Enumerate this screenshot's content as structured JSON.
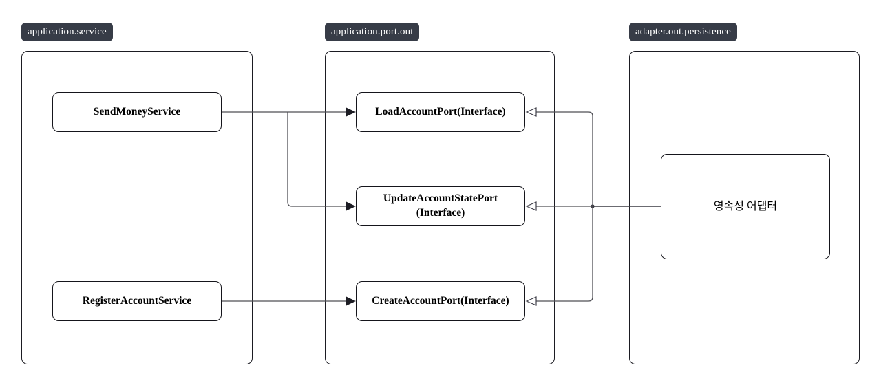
{
  "diagram": {
    "type": "hexagonal-architecture-package-diagram",
    "background": "#ffffff",
    "accent_badge_color": "#373c47",
    "border_color": "#15151b",
    "wire_color": "#4f4f55"
  },
  "packages": [
    {
      "id": "application-service",
      "tag": "application.service",
      "nodes": [
        {
          "id": "send-money-service",
          "label": "SendMoneyService",
          "lines": [
            "SendMoneyService"
          ],
          "bold": true
        },
        {
          "id": "register-account-service",
          "label": "RegisterAccountService",
          "lines": [
            "RegisterAccountService"
          ],
          "bold": true
        }
      ]
    },
    {
      "id": "application-port-out",
      "tag": "application.port.out",
      "nodes": [
        {
          "id": "load-account-port",
          "label": "LoadAccountPort(Interface)",
          "lines": [
            "LoadAccountPort(Interface)"
          ],
          "bold": true
        },
        {
          "id": "update-account-state-port",
          "label": "UpdateAccountStatePort(Interface)",
          "lines": [
            "UpdateAccountStatePort",
            "(Interface)"
          ],
          "bold": true
        },
        {
          "id": "create-account-port",
          "label": "CreateAccountPort(Interface)",
          "lines": [
            "CreateAccountPort(Interface)"
          ],
          "bold": true
        }
      ]
    },
    {
      "id": "adapter-out-persistence",
      "tag": "adapter.out.persistence",
      "nodes": [
        {
          "id": "persistence-adapter",
          "label": "영속성 어댑터",
          "lines": [
            "영속성 어댑터"
          ],
          "bold": false
        }
      ]
    }
  ],
  "connections": [
    {
      "id": "send-money-to-load-account",
      "from": "send-money-service",
      "to": "load-account-port",
      "arrow": "solid"
    },
    {
      "id": "send-money-to-update-account-state",
      "from": "send-money-service",
      "to": "update-account-state-port",
      "arrow": "solid"
    },
    {
      "id": "register-account-to-create-account",
      "from": "register-account-service",
      "to": "create-account-port",
      "arrow": "solid"
    },
    {
      "id": "adapter-implements-load-account",
      "from": "persistence-adapter",
      "to": "load-account-port",
      "arrow": "open-triangle"
    },
    {
      "id": "adapter-implements-update-account-state",
      "from": "persistence-adapter",
      "to": "update-account-state-port",
      "arrow": "open-triangle"
    },
    {
      "id": "adapter-implements-create-account",
      "from": "persistence-adapter",
      "to": "create-account-port",
      "arrow": "open-triangle"
    }
  ]
}
